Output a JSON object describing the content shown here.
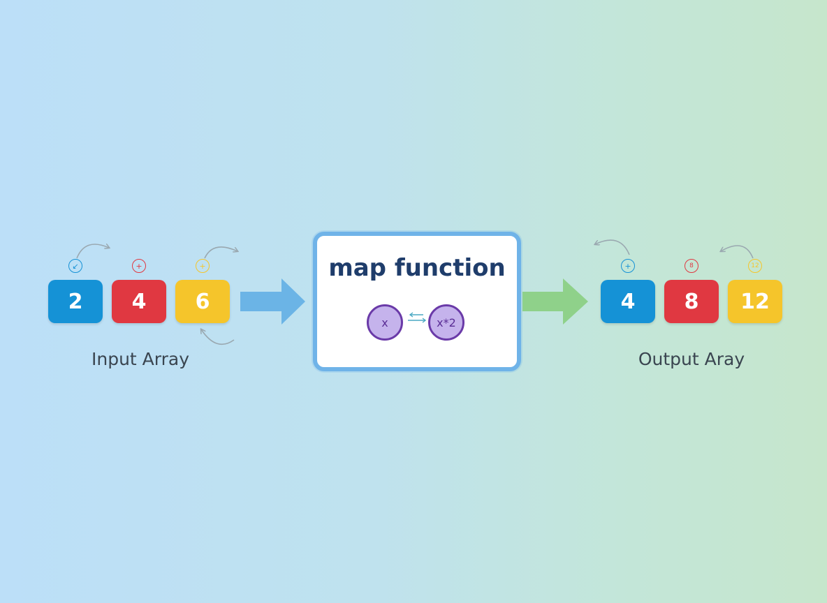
{
  "function_box": {
    "title": "map function",
    "input_label": "x",
    "output_label": "x*2"
  },
  "input_array": {
    "label": "Input Array",
    "cells": [
      {
        "value": "2",
        "color": "#1592d6"
      },
      {
        "value": "4",
        "color": "#e03841"
      },
      {
        "value": "6",
        "color": "#f5c52b"
      }
    ],
    "badges": [
      {
        "glyph": "↙",
        "color": "#1592d6"
      },
      {
        "glyph": "+",
        "color": "#e03841"
      },
      {
        "glyph": "+",
        "color": "#f5c52b"
      }
    ]
  },
  "output_array": {
    "label": "Output Aray",
    "cells": [
      {
        "value": "4",
        "color": "#1592d6"
      },
      {
        "value": "8",
        "color": "#e03841"
      },
      {
        "value": "12",
        "color": "#f5c52b"
      }
    ],
    "badges": [
      {
        "glyph": "+",
        "color": "#1592d6"
      },
      {
        "glyph": "8",
        "color": "#e03841"
      },
      {
        "glyph": "12",
        "color": "#f5c52b"
      }
    ]
  },
  "colors": {
    "input_arrow": "#6bb4e6",
    "output_arrow": "#8fd18a",
    "curve": "#9aa8b0"
  }
}
